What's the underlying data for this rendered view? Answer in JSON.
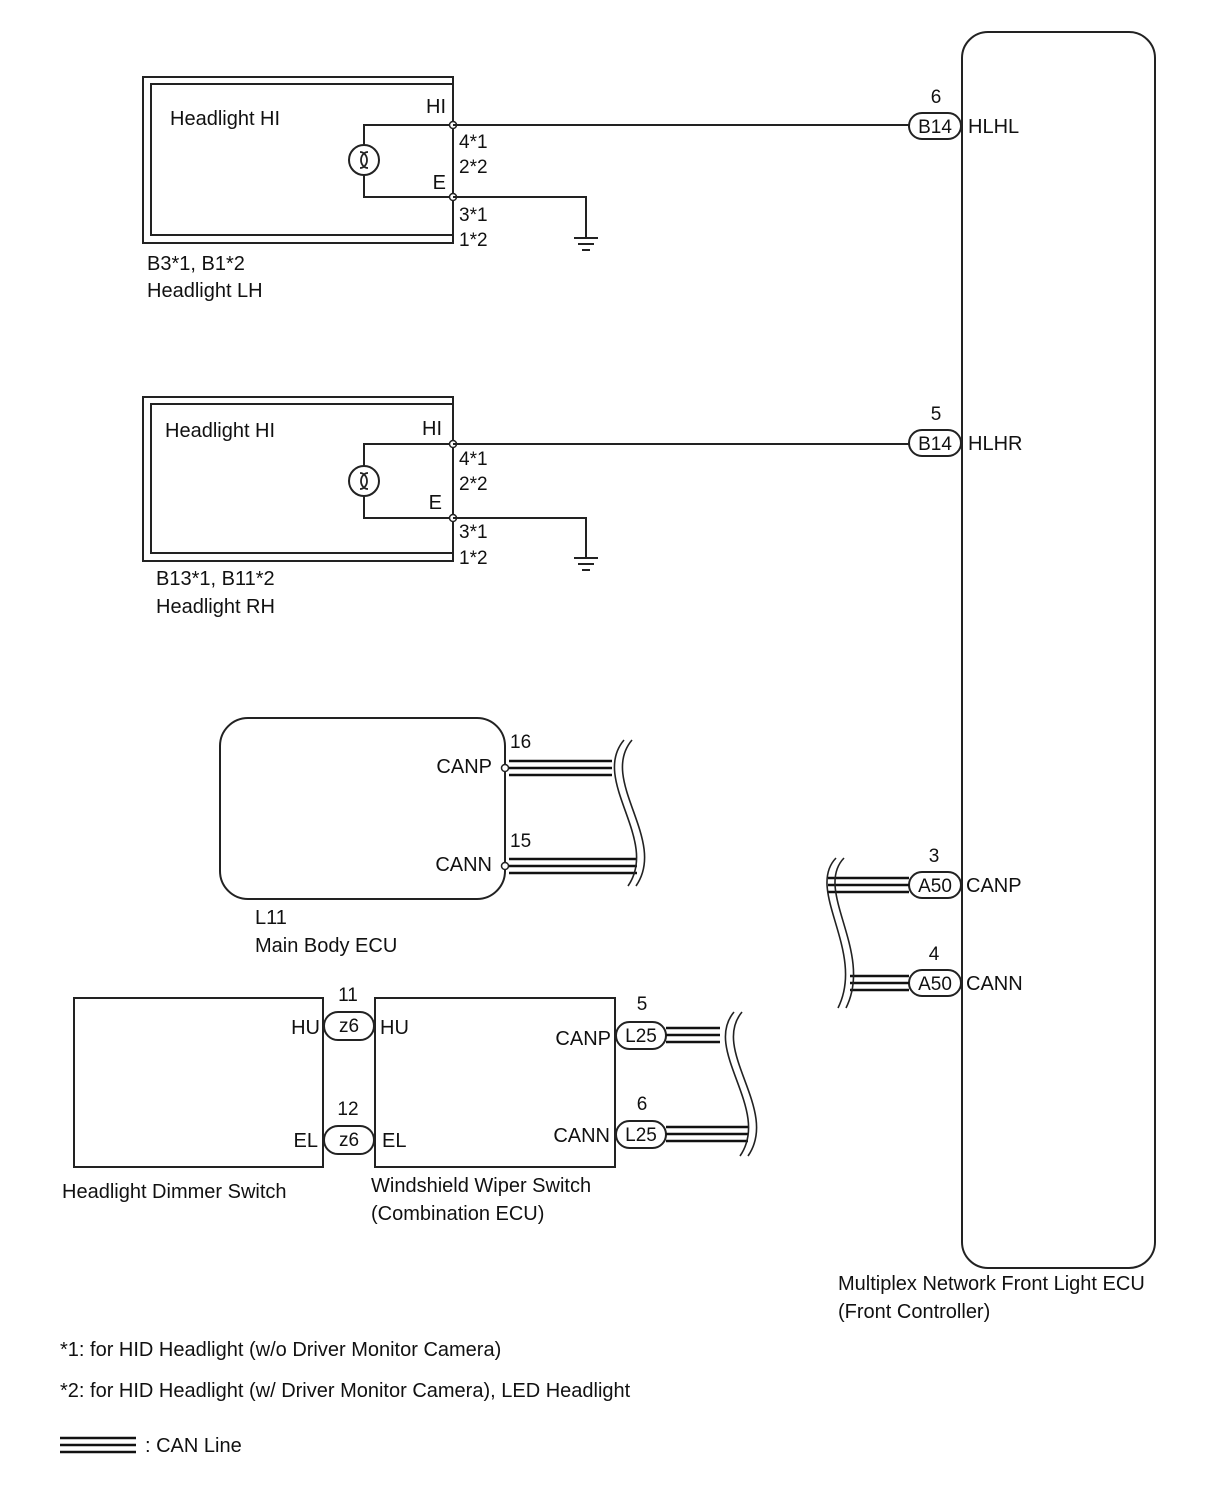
{
  "headlight_lh": {
    "inner_label": "Headlight HI",
    "terminal_hi": "HI",
    "terminal_e": "E",
    "pin_hi_1": "4*1",
    "pin_hi_2": "2*2",
    "pin_e_1": "3*1",
    "pin_e_2": "1*2",
    "code": "B3*1, B1*2",
    "name": "Headlight LH"
  },
  "headlight_rh": {
    "inner_label": "Headlight HI",
    "terminal_hi": "HI",
    "terminal_e": "E",
    "pin_hi_1": "4*1",
    "pin_hi_2": "2*2",
    "pin_e_1": "3*1",
    "pin_e_2": "1*2",
    "code": "B13*1, B11*2",
    "name": "Headlight RH"
  },
  "main_body_ecu": {
    "canp_label": "CANP",
    "canp_pin": "16",
    "cann_label": "CANN",
    "cann_pin": "15",
    "code": "L11",
    "name": "Main Body ECU"
  },
  "front_light_ecu": {
    "hlhl_pin": "6",
    "hlhl_connector": "B14",
    "hlhl_label": "HLHL",
    "hlhr_pin": "5",
    "hlhr_connector": "B14",
    "hlhr_label": "HLHR",
    "canp_pin": "3",
    "canp_connector": "A50",
    "canp_label": "CANP",
    "cann_pin": "4",
    "cann_connector": "A50",
    "cann_label": "CANN",
    "name_line1": "Multiplex Network Front Light ECU",
    "name_line2": "(Front Controller)"
  },
  "dimmer_switch": {
    "hu_label": "HU",
    "el_label": "EL",
    "name": "Headlight Dimmer Switch"
  },
  "wiper_switch": {
    "hu_label": "HU",
    "el_label": "EL",
    "hu_pin": "11",
    "hu_connector": "z6",
    "el_pin": "12",
    "el_connector": "z6",
    "canp_label": "CANP",
    "canp_pin": "5",
    "canp_connector": "L25",
    "cann_label": "CANN",
    "cann_pin": "6",
    "cann_connector": "L25",
    "name_line1": "Windshield Wiper Switch",
    "name_line2": "(Combination ECU)"
  },
  "notes": {
    "note1": "*1: for HID Headlight (w/o Driver Monitor Camera)",
    "note2": "*2: for HID Headlight (w/ Driver Monitor Camera), LED Headlight",
    "legend": ": CAN Line"
  }
}
